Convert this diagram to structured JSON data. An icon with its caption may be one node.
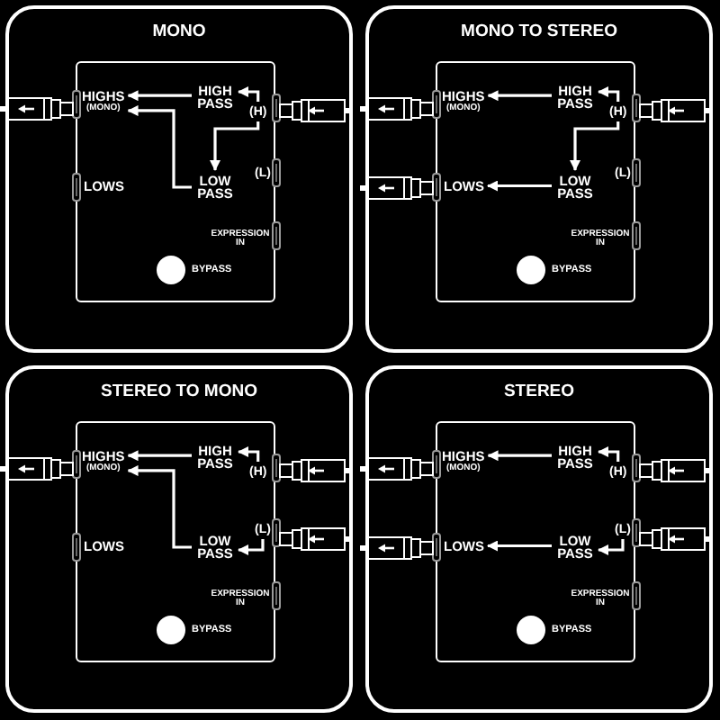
{
  "diagram": {
    "nodes": [
      {
        "text": [
          "MONO"
        ]
      },
      {
        "text": [],
        "shape": "box",
        "in": 0
      },
      {
        "text": [
          "HIGHS",
          "(MONO)"
        ],
        "in": 1
      },
      {
        "text": [
          "HIGH PASS"
        ],
        "in": 1
      },
      {
        "text": [
          "(H)"
        ],
        "in": 1
      },
      {
        "text": [
          "LOW PASS"
        ],
        "in": 1
      },
      {
        "text": [
          "MONO TO STEREO"
        ]
      },
      {
        "text": [],
        "shape": "box",
        "in": 6
      },
      {
        "text": [
          "HIGHS",
          "(MONO)"
        ],
        "in": 7
      },
      {
        "text": [
          "HIGH PASS"
        ],
        "in": 7
      },
      {
        "text": [
          "(H)"
        ],
        "in": 7
      },
      {
        "text": [
          "LOWS"
        ],
        "in": 7
      },
      {
        "text": [
          "LOW PASS"
        ],
        "in": 7
      },
      {
        "text": [
          "STEREO TO MONO"
        ]
      },
      {
        "text": [],
        "shape": "box",
        "in": 13
      },
      {
        "text": [
          "HIGHS",
          "(MONO)"
        ],
        "in": 14
      },
      {
        "text": [
          "HIGH PASS"
        ],
        "in": 14
      },
      {
        "text": [
          "(H)"
        ],
        "in": 14
      },
      {
        "text": [
          "LOW PASS"
        ],
        "in": 14
      },
      {
        "text": [
          "(L)"
        ],
        "in": 14
      },
      {
        "text": [
          "STEREO"
        ]
      },
      {
        "text": [],
        "shape": "box",
        "in": 20
      },
      {
        "text": [
          "HIGHS",
          "(MONO)"
        ],
        "in": 21
      },
      {
        "text": [
          "HIGH PASS"
        ],
        "in": 21
      },
      {
        "text": [
          "(H)"
        ],
        "in": 21
      },
      {
        "text": [
          "LOWS"
        ],
        "in": 21
      },
      {
        "text": [
          "LOW PASS"
        ],
        "in": 21
      },
      {
        "text": [
          "(L)"
        ],
        "in": 21
      }
    ],
    "edges": [
      {
        "from": 4,
        "to": 3,
        "arrow": "to"
      },
      {
        "from": 3,
        "to": 2,
        "arrow": "to"
      },
      {
        "from": 4,
        "to": 5,
        "arrow": "to"
      },
      {
        "from": 5,
        "to": 2,
        "arrow": "to"
      },
      {
        "from": 10,
        "to": 9,
        "arrow": "to"
      },
      {
        "from": 9,
        "to": 8,
        "arrow": "to"
      },
      {
        "from": 10,
        "to": 12,
        "arrow": "to"
      },
      {
        "from": 12,
        "to": 11,
        "arrow": "to"
      },
      {
        "from": 17,
        "to": 16,
        "arrow": "to"
      },
      {
        "from": 16,
        "to": 15,
        "arrow": "to"
      },
      {
        "from": 19,
        "to": 18,
        "arrow": "to"
      },
      {
        "from": 18,
        "to": 15,
        "arrow": "to"
      },
      {
        "from": 24,
        "to": 23,
        "arrow": "to"
      },
      {
        "from": 23,
        "to": 22,
        "arrow": "to"
      },
      {
        "from": 27,
        "to": 26,
        "arrow": "to"
      },
      {
        "from": 26,
        "to": 25,
        "arrow": "to"
      }
    ],
    "labels": [
      "(L)",
      "LOWS",
      "EXPRESSION IN",
      "BYPASS",
      "(L)",
      "EXPRESSION IN",
      "BYPASS",
      "LOWS",
      "EXPRESSION IN",
      "BYPASS",
      "EXPRESSION IN",
      "BYPASS"
    ]
  }
}
